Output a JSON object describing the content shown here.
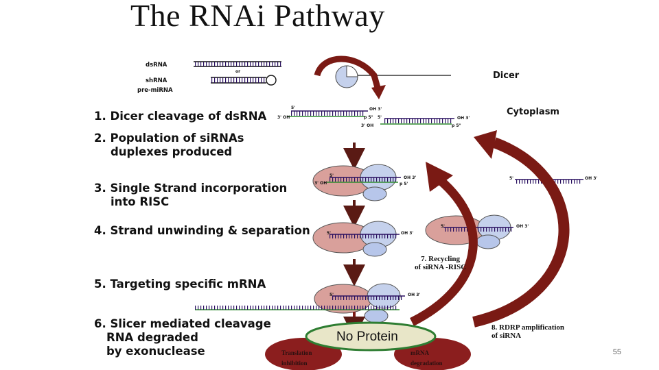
{
  "title": "The RNAi Pathway",
  "inputs": {
    "dsrna": "dsRNA",
    "or": "or",
    "shrna": "shRNA",
    "premirna": "pre-miRNA"
  },
  "dicer_label": "Dicer",
  "cytoplasm_label": "Cytoplasm",
  "steps": [
    {
      "line1": "1. Dicer cleavage of dsRNA"
    },
    {
      "line1": "2.  Population of siRNAs",
      "line2": "duplexes produced"
    },
    {
      "line1": "3. Single Strand incorporation",
      "line2": "into RISC"
    },
    {
      "line1": "4. Strand unwinding & separation"
    },
    {
      "line1": "5. Targeting specific  mRNA"
    },
    {
      "line1": "6. Slicer mediated cleavage",
      "line2": "RNA degraded",
      "line3": "by exonuclease"
    }
  ],
  "strand_labels": {
    "five_prime": "5'",
    "three_prime_oh": "3' OH",
    "oh_three": "OH 3'",
    "p_five": "p 5\"",
    "p_five_b": "p 5'"
  },
  "recycling": {
    "line1": "7. Recycling",
    "line2": "of siRNA -RISC"
  },
  "rdrp": {
    "line1": "8. RDRP amplification",
    "line2": "of siRNA"
  },
  "outcome": "No Protein",
  "translation_inhibition": {
    "line1": "Translation",
    "line2": "inhibition"
  },
  "mrna_degradation": {
    "line1": "mRNA",
    "line2": "degradation"
  },
  "page_number": "55",
  "colors": {
    "risc_pink": "#d9a09b",
    "risc_blue": "#c5d1ec",
    "arrow_red": "#7a1a14",
    "strand_purple": "#2a1060",
    "strand_green": "#2e8b2e",
    "outcome_oval": "#e8e6c8",
    "outcome_border": "#2e7d32",
    "effect_oval": "#8b1e1e"
  }
}
